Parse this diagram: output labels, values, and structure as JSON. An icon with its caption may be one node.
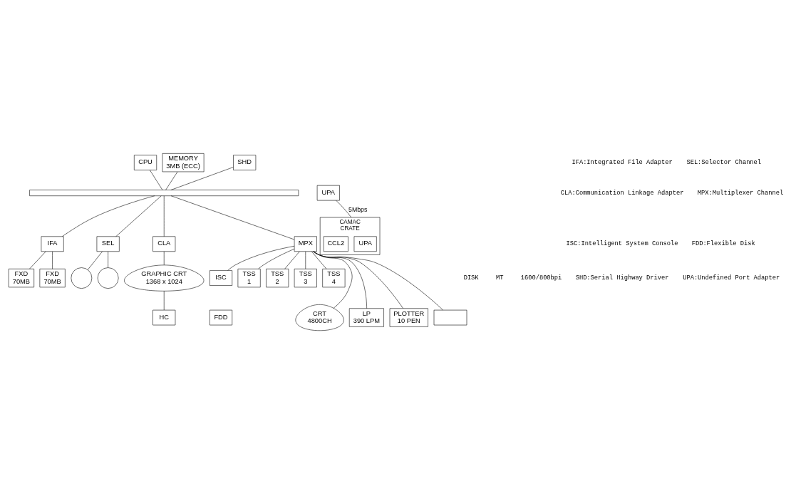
{
  "diagram": {
    "nodes": [
      {
        "text": [],
        "shape": "bar"
      },
      {
        "text": [
          "CPU"
        ]
      },
      {
        "text": [
          "MEMORY",
          "3MB (ECC)"
        ]
      },
      {
        "text": [
          "IFA"
        ]
      },
      {
        "text": [
          "FXD",
          "70MB"
        ]
      },
      {
        "text": [
          "FXD",
          "70MB"
        ]
      },
      {
        "text": [
          "SEL"
        ]
      },
      {
        "text": [],
        "shape": "circle"
      },
      {
        "text": [],
        "shape": "circle"
      },
      {
        "text": [
          "CLA"
        ]
      },
      {
        "text": [
          "GRAPHIC CRT",
          "1368 x 1024"
        ]
      },
      {
        "text": [
          "HC"
        ]
      },
      {
        "text": [
          "SHD"
        ]
      },
      {
        "text": [
          "UPA"
        ]
      },
      {
        "text": [
          "CAMAC",
          "CRATE"
        ]
      },
      {
        "text": [
          "UPA"
        ],
        "in": 14
      },
      {
        "text": [
          "CCL2"
        ],
        "in": 14
      },
      {
        "text": [
          "MPX"
        ]
      },
      {
        "text": [
          "ISC"
        ]
      },
      {
        "text": [
          "FDD"
        ]
      },
      {
        "text": [
          "TSS",
          "1"
        ]
      },
      {
        "text": [
          "TSS",
          "2"
        ]
      },
      {
        "text": [
          "TSS",
          "3"
        ]
      },
      {
        "text": [
          "TSS",
          "4"
        ]
      },
      {
        "text": [
          "CRT",
          "4800CH"
        ]
      },
      {
        "text": [
          "LP",
          "390 LPM"
        ]
      },
      {
        "text": [
          "PLOTTER",
          "10 PEN"
        ]
      },
      {
        "text": [],
        "shape": "box"
      }
    ],
    "edges": [
      {
        "from": 1,
        "to": 0,
        "arrow": "none"
      },
      {
        "from": 2,
        "to": 0,
        "arrow": "none"
      },
      {
        "from": 12,
        "to": 0,
        "arrow": "none"
      },
      {
        "from": 0,
        "to": 3,
        "arrow": "none"
      },
      {
        "from": 0,
        "to": 6,
        "arrow": "none"
      },
      {
        "from": 0,
        "to": 9,
        "arrow": "none"
      },
      {
        "from": 0,
        "to": 17,
        "arrow": "none"
      },
      {
        "from": 3,
        "to": 4,
        "arrow": "none"
      },
      {
        "from": 3,
        "to": 5,
        "arrow": "none"
      },
      {
        "from": 6,
        "to": 7,
        "arrow": "none"
      },
      {
        "from": 6,
        "to": 8,
        "arrow": "none"
      },
      {
        "from": 9,
        "to": 10,
        "arrow": "none"
      },
      {
        "from": 10,
        "to": 11,
        "arrow": "none"
      },
      {
        "from": 13,
        "to": 14,
        "arrow": "none",
        "label": "5Mbps"
      },
      {
        "from": 17,
        "to": 18,
        "arrow": "none"
      },
      {
        "from": 17,
        "to": 20,
        "arrow": "none"
      },
      {
        "from": 17,
        "to": 21,
        "arrow": "none"
      },
      {
        "from": 17,
        "to": 22,
        "arrow": "none"
      },
      {
        "from": 17,
        "to": 23,
        "arrow": "none"
      },
      {
        "from": 17,
        "to": 24,
        "arrow": "none"
      },
      {
        "from": 17,
        "to": 25,
        "arrow": "none"
      },
      {
        "from": 17,
        "to": 26,
        "arrow": "none"
      },
      {
        "from": 17,
        "to": 27,
        "arrow": "none"
      }
    ],
    "labels": [
      "DISK",
      "MT",
      "1600/800bpi",
      "IFA:Integrated File Adapter",
      "SEL:Selector Channel",
      "CLA:Communication Linkage Adapter",
      "MPX:Multiplexer Channel",
      "ISC:Intelligent System Console",
      "FDD:Flexible Disk",
      "SHD:Serial Highway Driver",
      "UPA:Undefined Port Adapter"
    ]
  }
}
